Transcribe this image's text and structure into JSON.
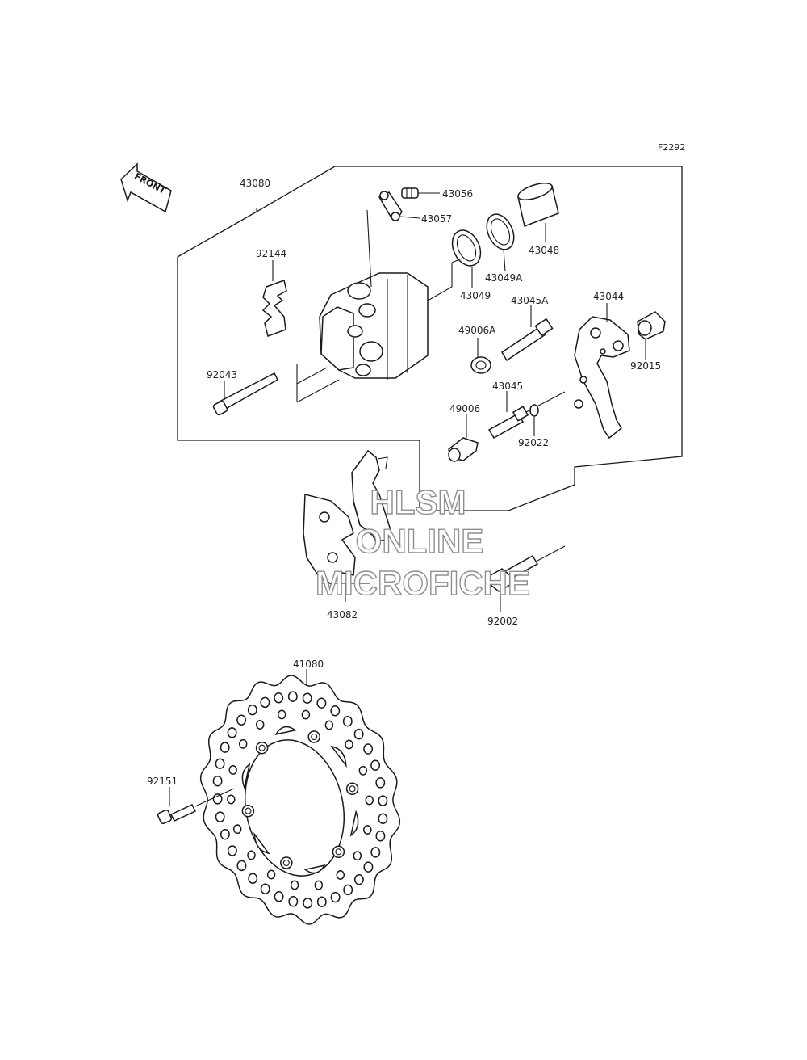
{
  "figure_id": "F2292",
  "front_label": "FRONT",
  "parts": {
    "p43080": "43080",
    "p43056": "43056",
    "p43057": "43057",
    "p43048": "43048",
    "p92144": "92144",
    "p43049": "43049",
    "p43049a": "43049A",
    "p43045a": "43045A",
    "p43044": "43044",
    "p49006a": "49006A",
    "p92015": "92015",
    "p92043": "92043",
    "p43045": "43045",
    "p49006": "49006",
    "p92022": "92022",
    "p43082": "43082",
    "p92002": "92002",
    "p41080": "41080",
    "p92151": "92151"
  },
  "watermark": {
    "line1": "HLSM",
    "line2": "ONLINE",
    "line3": "MICROFICHE"
  },
  "colors": {
    "line": "#1a1a1a",
    "watermark_stroke": "#8a8a8a"
  }
}
